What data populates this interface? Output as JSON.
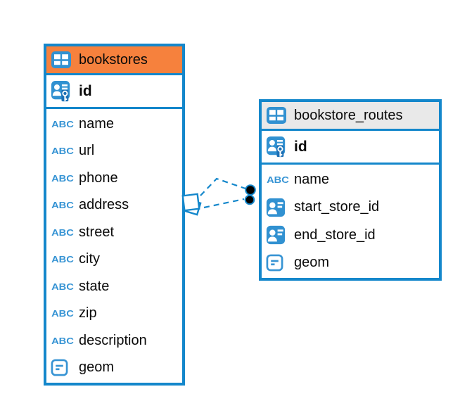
{
  "colors": {
    "table_border": "#1487CB",
    "header_orange": "#F6813D",
    "header_gray": "#E9E9E9",
    "icon_blue": "#3191D1",
    "icon_dark_blue": "#1C6FB4",
    "icon_text_blue": "#3794D4",
    "relation_line": "#1487CB",
    "dot_fill": "#000000",
    "text": "#0a0a0a"
  },
  "diagram": {
    "tables": [
      {
        "name": "bookstores",
        "header_icon": "table-icon",
        "primary_key": {
          "label": "id",
          "icon": "primary-key-icon"
        },
        "columns": [
          {
            "label": "name",
            "icon": "text-icon"
          },
          {
            "label": "url",
            "icon": "text-icon"
          },
          {
            "label": "phone",
            "icon": "text-icon"
          },
          {
            "label": "address",
            "icon": "text-icon"
          },
          {
            "label": "street",
            "icon": "text-icon"
          },
          {
            "label": "city",
            "icon": "text-icon"
          },
          {
            "label": "state",
            "icon": "text-icon"
          },
          {
            "label": "zip",
            "icon": "text-icon"
          },
          {
            "label": "description",
            "icon": "text-icon"
          },
          {
            "label": "geom",
            "icon": "object-icon"
          }
        ]
      },
      {
        "name": "bookstore_routes",
        "header_icon": "table-icon",
        "primary_key": {
          "label": "id",
          "icon": "primary-key-icon"
        },
        "columns": [
          {
            "label": "name",
            "icon": "text-icon"
          },
          {
            "label": "start_store_id",
            "icon": "foreign-key-icon"
          },
          {
            "label": "end_store_id",
            "icon": "foreign-key-icon"
          },
          {
            "label": "geom",
            "icon": "object-icon"
          }
        ]
      }
    ],
    "relationship": {
      "from_table": "bookstores",
      "to_table": "bookstore_routes",
      "line_style": "dashed",
      "source_marker": "diamond",
      "target_marker": "filled-circle-pair"
    }
  }
}
